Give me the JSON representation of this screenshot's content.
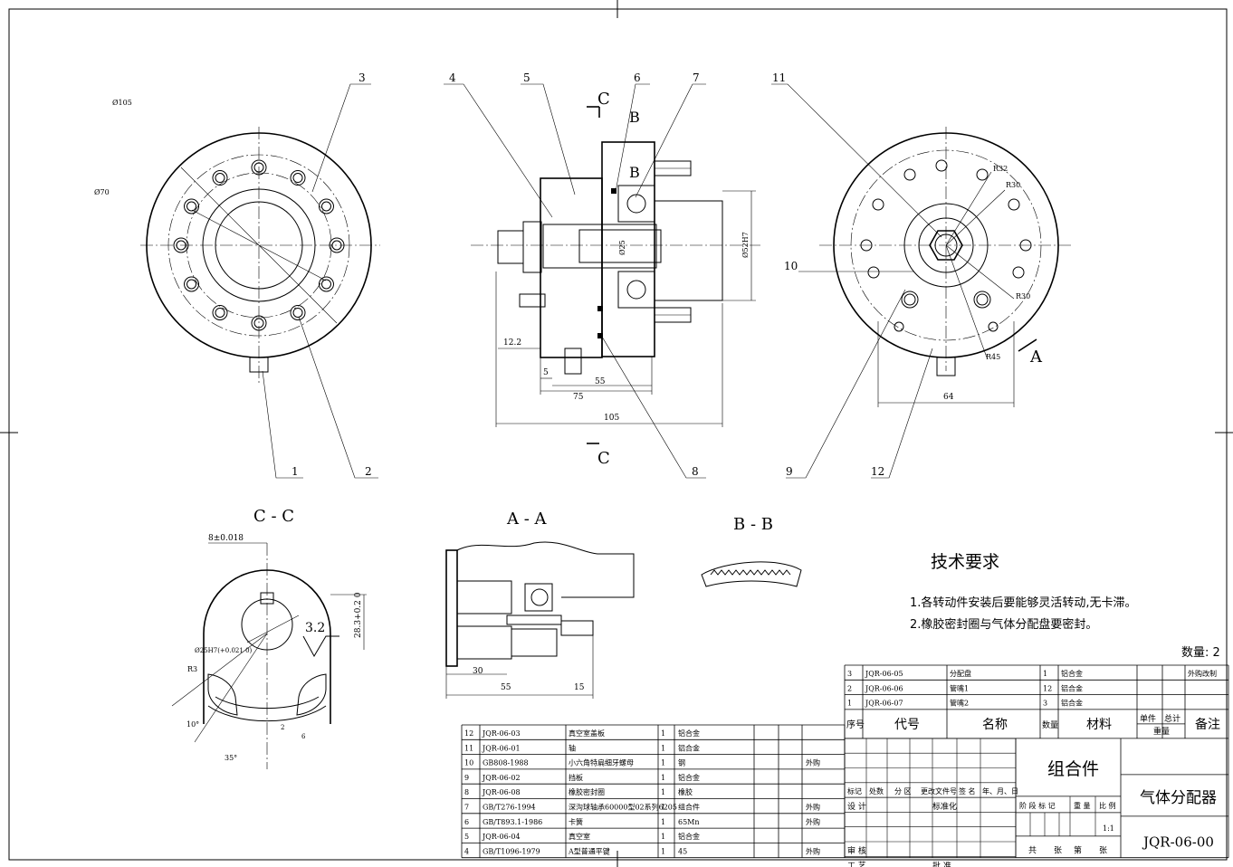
{
  "balloons": {
    "b1": "1",
    "b2": "2",
    "b3": "3",
    "b4": "4",
    "b5": "5",
    "b6": "6",
    "b7": "7",
    "b8": "8",
    "b9": "9",
    "b10": "10",
    "b11": "11",
    "b12": "12"
  },
  "front_view": {
    "dia_outer": "Ø105",
    "dia_pcd": "Ø70"
  },
  "section_view": {
    "mark_c_top": "C",
    "mark_c_bottom": "C",
    "mark_b1": "B",
    "mark_b2": "B",
    "dim_bearing": "Ø52H7",
    "dim_inner": "Ø25",
    "dim_12_2": "12.2",
    "dim_5": "5",
    "dim_55": "55",
    "dim_75": "75",
    "dim_105": "105"
  },
  "right_view": {
    "r32": "R32",
    "r30a": "R30",
    "r30b": "R30",
    "r45": "R45",
    "dim_64": "64",
    "mark_a": "A"
  },
  "section_cc": {
    "title": "C - C",
    "dim_key": "8±0.018",
    "dim_height": "28.3+0.2 0",
    "roughness": "3.2",
    "dim_bore": "Ø25H7(+0.021 0)",
    "r3": "R3",
    "ang10": "10°",
    "ang35": "35°",
    "d2": "2",
    "d6": "6"
  },
  "section_aa": {
    "title": "A - A",
    "dim_30": "30",
    "dim_55": "55",
    "dim_15": "15"
  },
  "section_bb": {
    "title": "B - B"
  },
  "tech": {
    "title": "技术要求",
    "line1": "1.各转动件安装后要能够灵活转动,无卡滞。",
    "line2": "2.橡胶密封圈与气体分配盘要密封。",
    "quantity": "数量: 2"
  },
  "bom_upper": [
    {
      "no": "3",
      "code": "JQR-06-05",
      "name": "分配盘",
      "qty": "1",
      "mat": "铝合金",
      "note": "外购改制"
    },
    {
      "no": "2",
      "code": "JQR-06-06",
      "name": "管嘴1",
      "qty": "12",
      "mat": "铝合金",
      "note": ""
    },
    {
      "no": "1",
      "code": "JQR-06-07",
      "name": "管嘴2",
      "qty": "3",
      "mat": "铝合金",
      "note": ""
    }
  ],
  "bom_lower": [
    {
      "no": "12",
      "code": "JQR-06-03",
      "name": "真空室盖板",
      "qty": "1",
      "mat": "铝合金",
      "note": ""
    },
    {
      "no": "11",
      "code": "JQR-06-01",
      "name": "轴",
      "qty": "1",
      "mat": "铝合金",
      "note": ""
    },
    {
      "no": "10",
      "code": "GB808-1988",
      "name": "小六角特扁细牙螺母",
      "qty": "1",
      "mat": "钢",
      "note": "外购"
    },
    {
      "no": "9",
      "code": "JQR-06-02",
      "name": "挡板",
      "qty": "1",
      "mat": "铝合金",
      "note": ""
    },
    {
      "no": "8",
      "code": "JQR-06-08",
      "name": "橡胶密封圈",
      "qty": "1",
      "mat": "橡胶",
      "note": ""
    },
    {
      "no": "7",
      "code": "GB/T276-1994",
      "name": "深沟球轴承60000型02系列6205",
      "qty": "1",
      "mat": "组合件",
      "note": "外购"
    },
    {
      "no": "6",
      "code": "GB/T893.1-1986",
      "name": "卡簧",
      "qty": "1",
      "mat": "65Mn",
      "note": "外购"
    },
    {
      "no": "5",
      "code": "JQR-06-04",
      "name": "真空室",
      "qty": "1",
      "mat": "铝合金",
      "note": ""
    },
    {
      "no": "4",
      "code": "GB/T1096-1979",
      "name": "A型普通平键",
      "qty": "1",
      "mat": "45",
      "note": "外购"
    }
  ],
  "bom_header": {
    "no": "序号",
    "code": "代号",
    "name": "名称",
    "qty": "数量",
    "mat": "材料",
    "unit": "单件",
    "total": "总计",
    "weight": "重量",
    "note": "备注"
  },
  "title_block": {
    "assembly": "组合件",
    "part_name": "气体分配器",
    "drawing_no": "JQR-06-00",
    "scale": "1:1",
    "h_mark": "标记",
    "h_count": "处数",
    "h_zone": "分 区",
    "h_doc": "更改文件号",
    "h_sign": "签 名",
    "h_date": "年、月、日",
    "design": "设 计",
    "standard": "标准化",
    "review": "审 核",
    "process": "工 艺",
    "approve": "批 准",
    "stage": "阶 段 标 记",
    "weight": "重 量",
    "ratio": "比 例",
    "total": "共",
    "sheets": "张",
    "sheet_no": "第",
    "sheet_unit": "张"
  }
}
